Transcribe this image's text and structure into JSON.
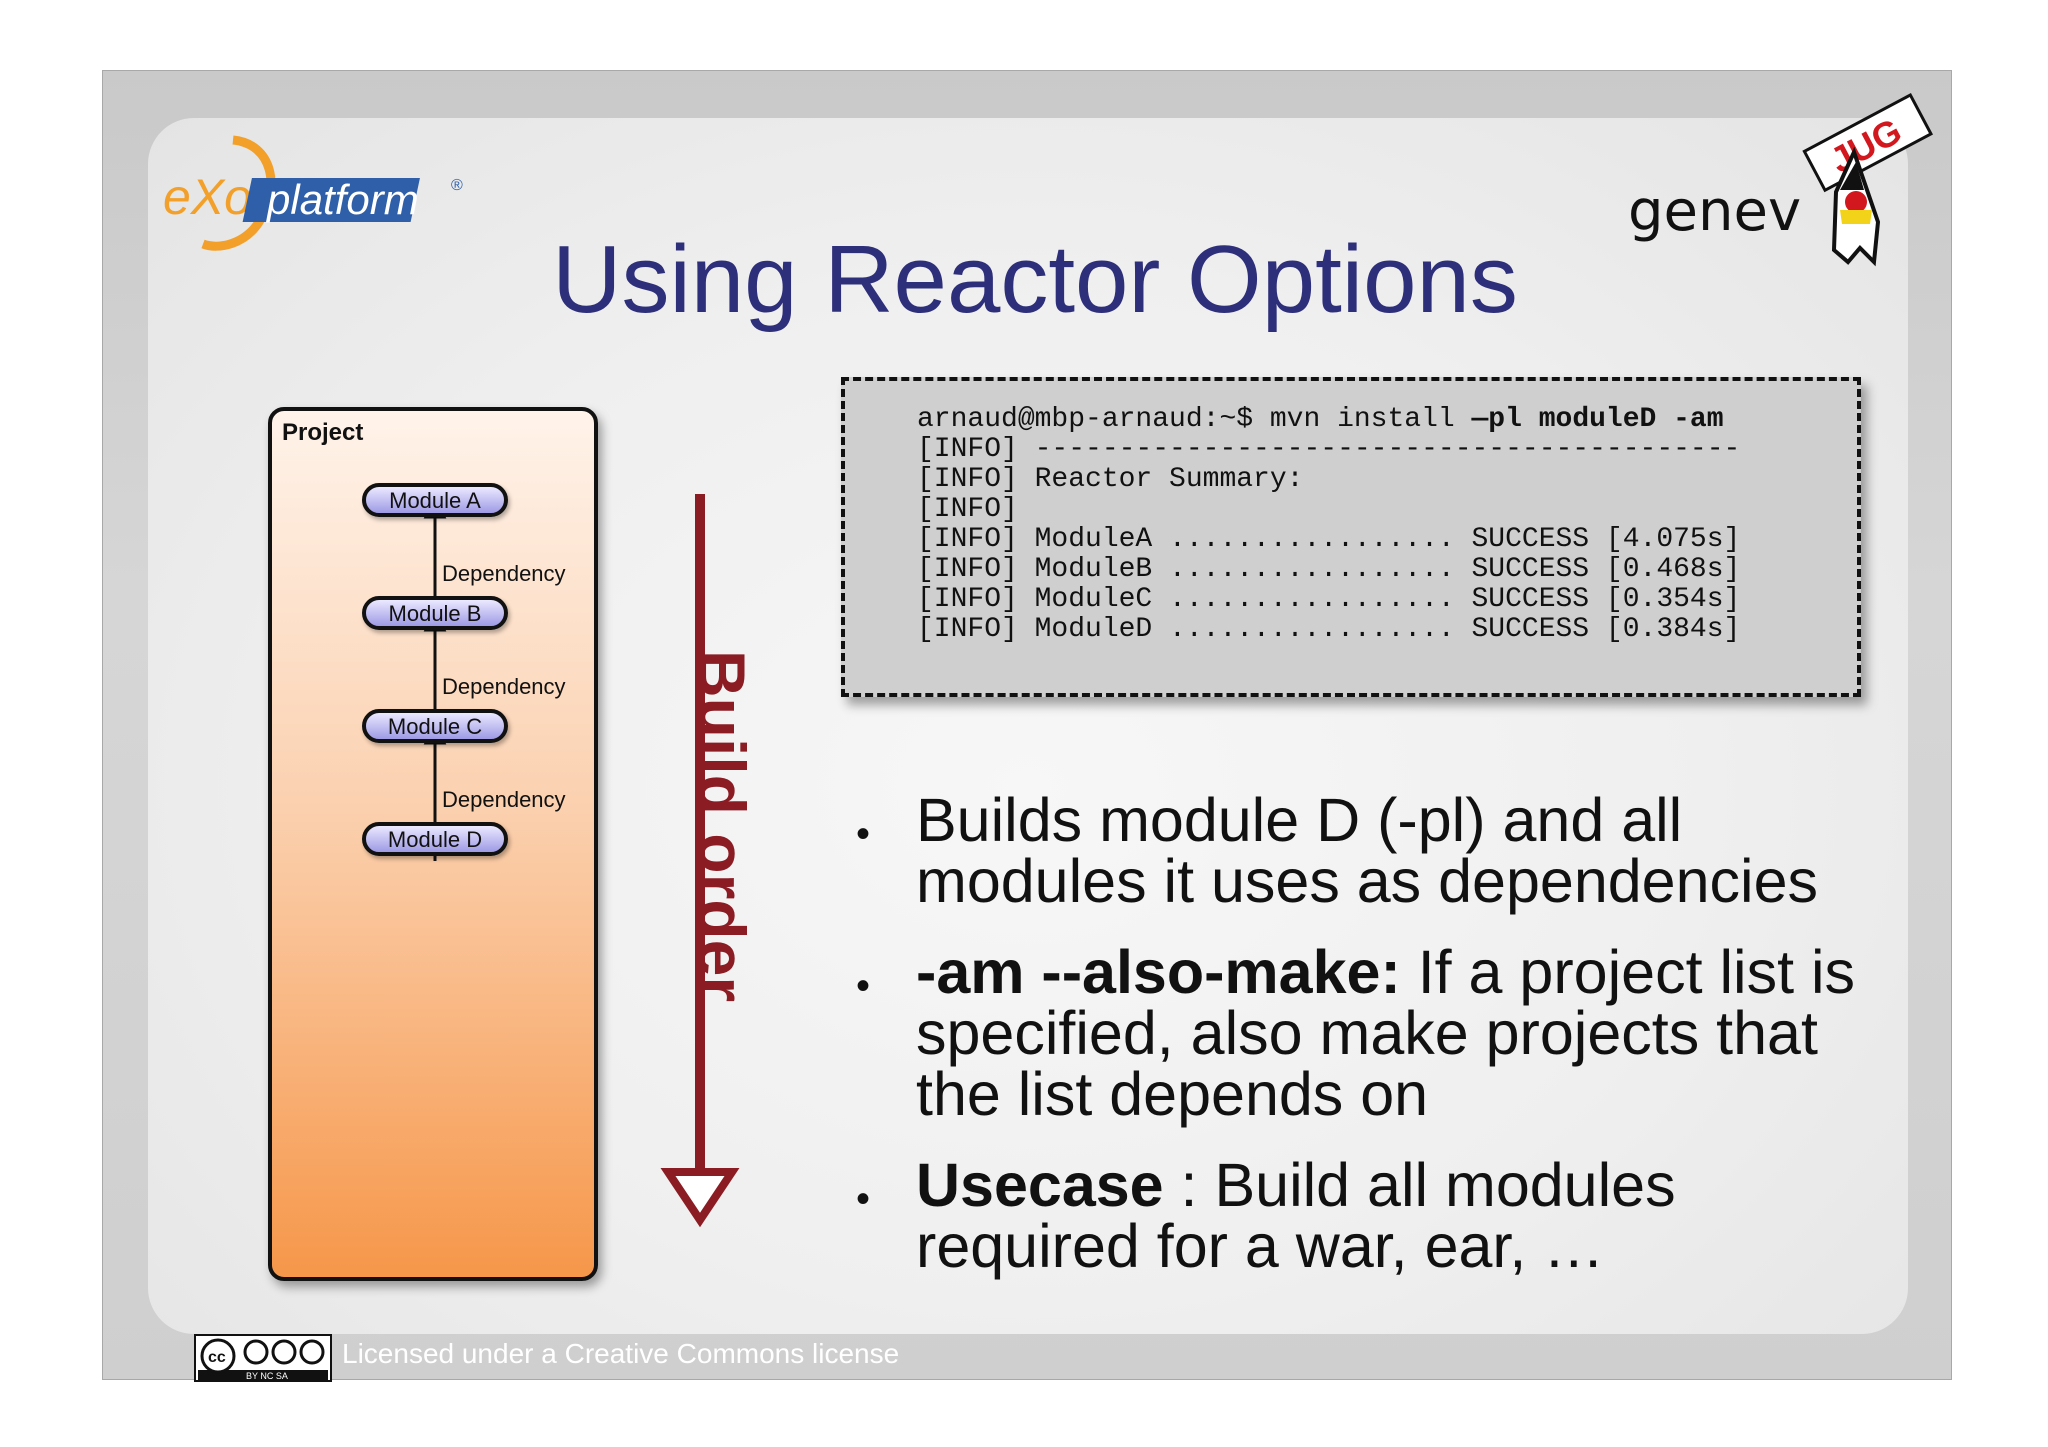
{
  "slide": {
    "title": "Using Reactor Options",
    "logos": {
      "left": {
        "icon": "exo-platform-logo",
        "text_exo": "eXo",
        "text_platform": "platform",
        "registered": "®"
      },
      "right": {
        "icon": "geneva-jug-logo",
        "text": "genev",
        "badge": "JUG"
      }
    }
  },
  "diagram": {
    "project_label": "Project",
    "modules": [
      "Module A",
      "Module B",
      "Module C",
      "Module D"
    ],
    "dependency_label": "Dependency",
    "build_order_label": "Build order",
    "colors": {
      "arrow": "#8b1c24",
      "module_fill": "#a8a4ec",
      "project_fill_bottom": "#f6974a"
    }
  },
  "terminal": {
    "command_prompt": "arnaud@mbp-arnaud:~$ mvn install ",
    "command_options": "—pl moduleD -am",
    "lines": [
      "[INFO] ------------------------------------------",
      "[INFO] Reactor Summary:",
      "[INFO]",
      "[INFO] ModuleA ................. SUCCESS [4.075s]",
      "[INFO] ModuleB ................. SUCCESS [0.468s]",
      "[INFO] ModuleC ................. SUCCESS [0.354s]",
      "[INFO] ModuleD ................. SUCCESS [0.384s]"
    ]
  },
  "bullets": [
    {
      "bold": "",
      "text": "Builds module D (-pl) and all modules it uses as dependencies"
    },
    {
      "bold": "-am --also-make:",
      "text": " If a project list is specified, also make projects that the list depends on"
    },
    {
      "bold": "Usecase",
      "text": " : Build all modules required for a war, ear, …"
    }
  ],
  "bullet_symbol": "•",
  "footer": {
    "cc_icon": "creative-commons-by-nc-sa-badge",
    "cc_text": "cc",
    "cc_small": "BY  NC  SA",
    "license_text": "Licensed under a Creative Commons license"
  }
}
